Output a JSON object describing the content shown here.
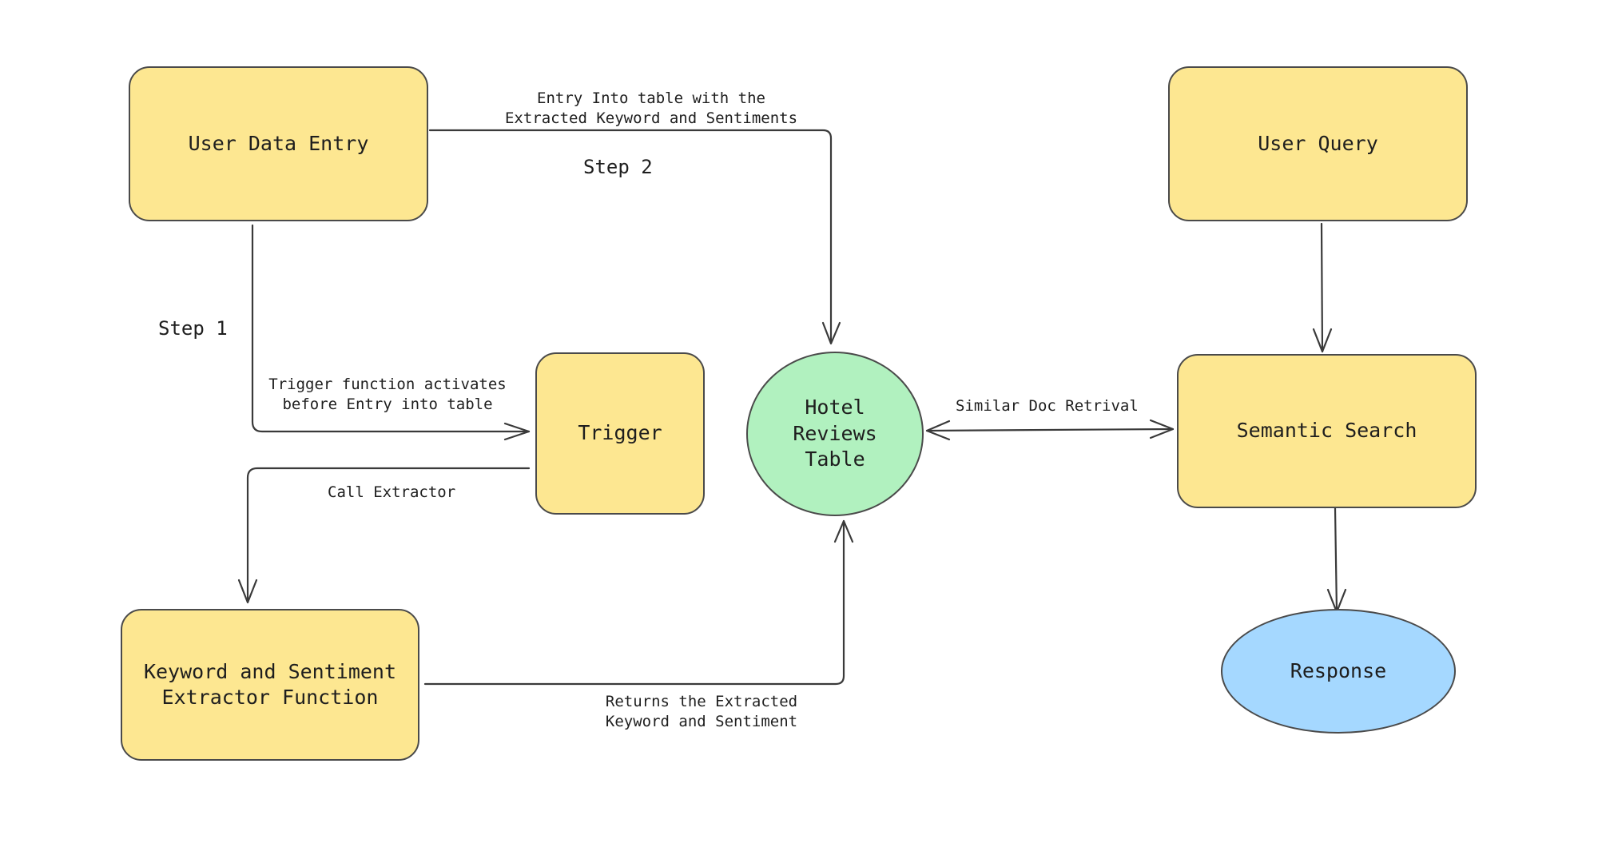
{
  "nodes": {
    "user_data_entry": "User Data Entry",
    "user_query": "User Query",
    "trigger": "Trigger",
    "hotel_reviews_table": [
      "Hotel",
      "Reviews",
      "Table"
    ],
    "semantic_search": "Semantic Search",
    "extractor": [
      "Keyword and Sentiment",
      "Extractor Function"
    ],
    "response": "Response"
  },
  "labels": {
    "entry_into_table": [
      "Entry Into table with the",
      "Extracted Keyword and Sentiments"
    ],
    "step_2": "Step 2",
    "step_1": "Step 1",
    "trigger_activates": [
      "Trigger function activates",
      "before Entry into table"
    ],
    "similar_doc": "Similar Doc Retrival",
    "call_extractor": "Call Extractor",
    "returns_extracted": [
      "Returns the Extracted",
      "Keyword and Sentiment"
    ]
  },
  "colors": {
    "box_fill": "#fde791",
    "table_fill": "#b1f1bf",
    "response_fill": "#a5d8ff",
    "stroke": "#4a4a4a"
  }
}
